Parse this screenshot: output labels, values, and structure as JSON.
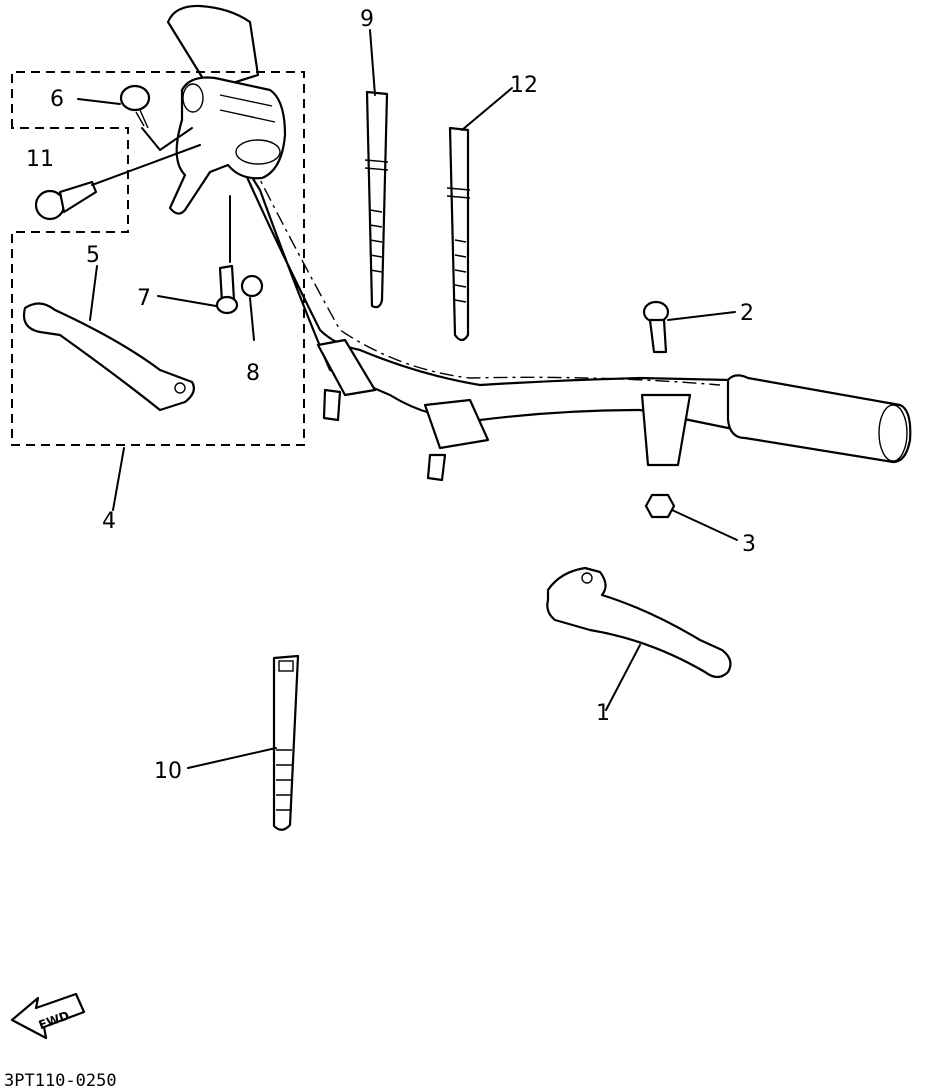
{
  "callouts": {
    "c1": "1",
    "c2": "2",
    "c3": "3",
    "c4": "4",
    "c5": "5",
    "c6": "6",
    "c7": "7",
    "c8": "8",
    "c9": "9",
    "c10": "10",
    "c11": "11",
    "c12": "12"
  },
  "arrow_label": "FWD",
  "figure_code": "3PT110-0250"
}
